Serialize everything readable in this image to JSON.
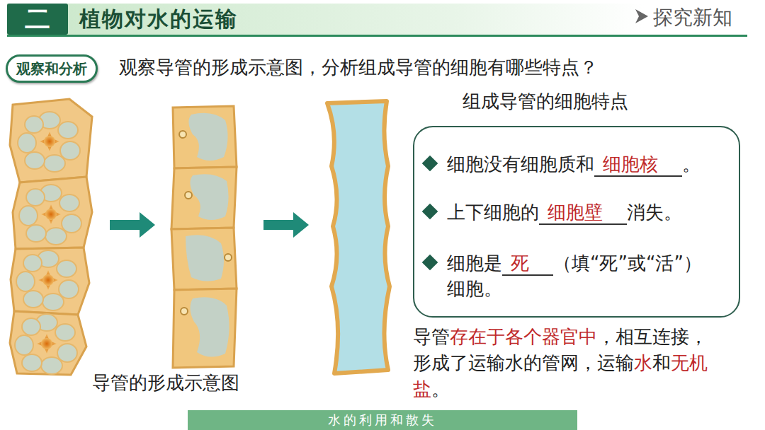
{
  "diagram": {
    "title": "植物对水的运输",
    "nodes": [
      {
        "text": [
          "二"
        ]
      },
      {
        "text": [
          "观察和分析"
        ]
      },
      {
        "text": [
          "组成导管的细胞特点",
          "细胞没有细胞质和",
          "细胞核",
          "。",
          "上下细胞的",
          "细胞壁",
          "消失。",
          "细胞是",
          "死",
          "（填“死”或“活”）细胞。"
        ]
      },
      {
        "text": [
          "水的利用和散失"
        ]
      }
    ],
    "labels": [
      "探究新知",
      "观察导管的形成示意图，分析组成导管的细胞有哪些特点？",
      "导管的形成示意图",
      "导管",
      "存在于各个器官中",
      "，相互连接，形成了运输水的管网，运输",
      "水",
      "和",
      "无机盐",
      "。"
    ]
  }
}
